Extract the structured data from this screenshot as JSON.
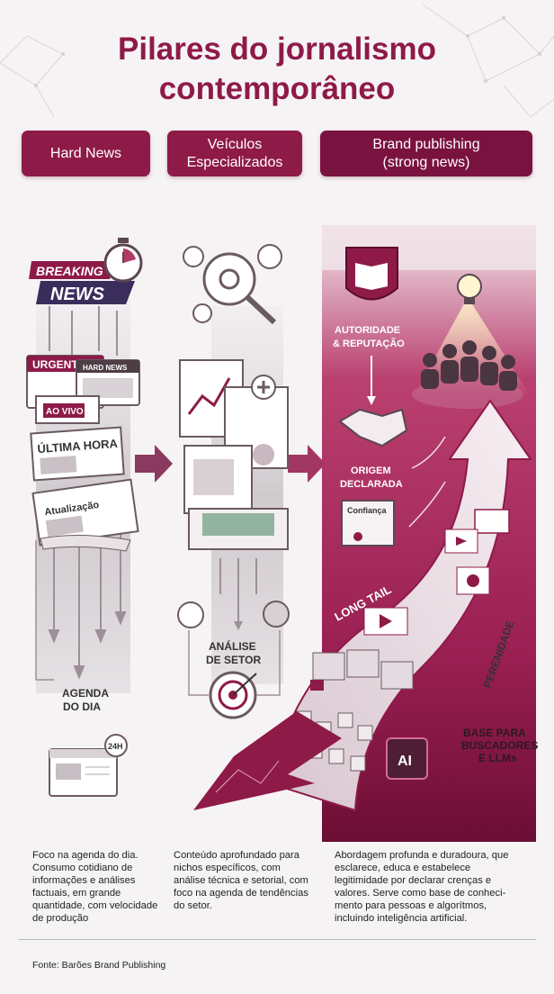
{
  "title": {
    "line1": "Pilares do jornalismo",
    "line2": "contemporâneo"
  },
  "columns": [
    {
      "heading": "Hard News",
      "description": "Foco na agenda do dia. Consumo cotidiano de informações e análises factuais, em grande quantidade, com velocidade de produção"
    },
    {
      "heading_line1": "Veículos",
      "heading_line2": "Especializados",
      "description": "Conteúdo aprofundado para nichos específicos, com análise técnica e setorial, com foco na agenda de tendências do setor."
    },
    {
      "heading_line1": "Brand publishing",
      "heading_line2": "(strong news)",
      "description": "Abordagem profunda e duradoura, que esclarece, educa e estabelece legitimidade por declarar crenças e valores. Serve como base de conheci­mento para pessoas e algorítmos, incluindo inteligência artificial."
    }
  ],
  "illustration_labels": {
    "breaking": "BREAKING",
    "news": "NEWS",
    "urgente": "URGENTE",
    "hard_news_tab": "HARD NEWS",
    "ao_vivo": "AO VIVO",
    "ultima_hora": "ÚLTIMA HORA",
    "atualizacao": "Atualização",
    "agenda_line1": "AGENDA",
    "agenda_line2": "DO DIA",
    "badge_24h": "24H",
    "analise_line1": "ANÁLISE",
    "analise_line2": "DE SETOR",
    "autoridade_line1": "AUTORIDADE",
    "autoridade_line2": "& REPUTAÇÃO",
    "origem_line1": "ORIGEM",
    "origem_line2": "DECLARADA",
    "confianca": "Confiança",
    "long_tail": "LONG TAIL",
    "perenidade": "PERENIDADE",
    "base_line1": "BASE PARA",
    "base_line2": "BUSCADORES",
    "base_line3": "E LLMs",
    "ai_chip": "AI"
  },
  "source": "Fonte: Barões Brand Publishing",
  "colors": {
    "primary": "#8e1a48",
    "dark": "#6e0f35",
    "light_bg": "#f6f3f5"
  }
}
